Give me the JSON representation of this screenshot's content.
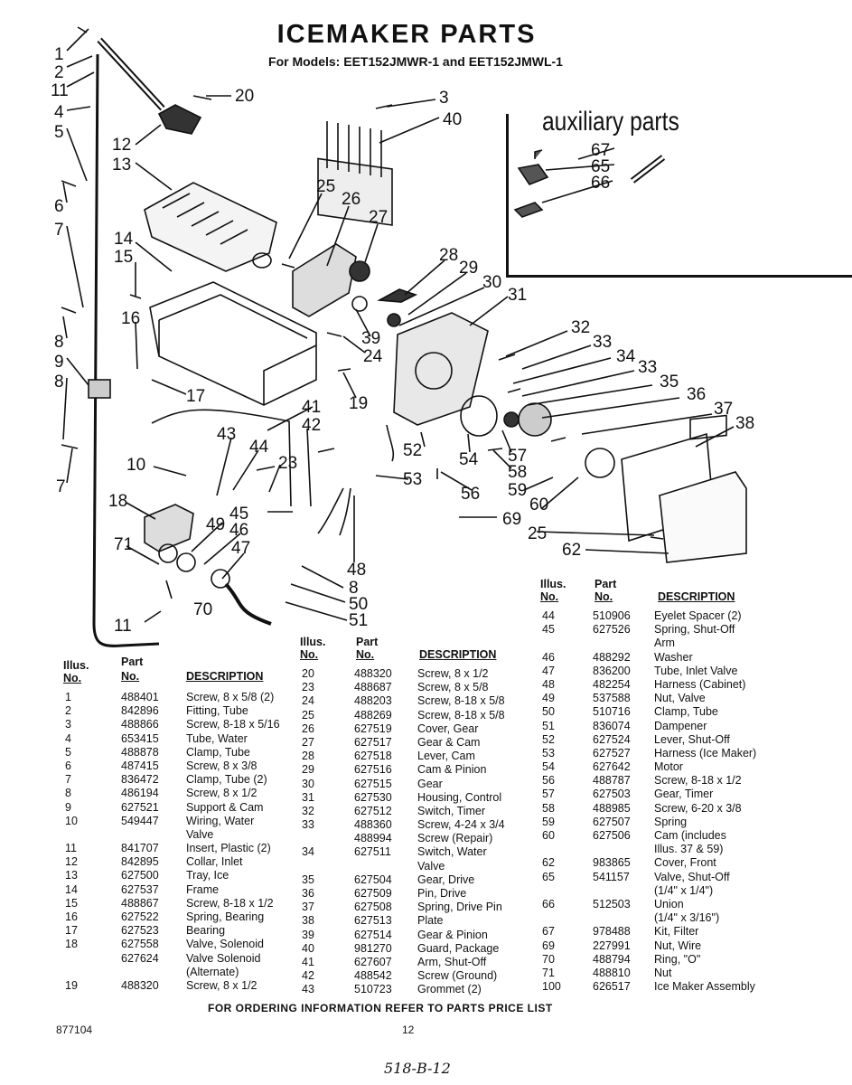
{
  "header": {
    "title": "ICEMAKER PARTS",
    "subtitle": "For Models: EET152JMWR-1 and EET152JMWL-1"
  },
  "auxiliary": {
    "title": "auxiliary parts"
  },
  "diagram": {
    "callouts": [
      "1",
      "2",
      "11",
      "4",
      "5",
      "6",
      "7",
      "8",
      "9",
      "8",
      "7",
      "12",
      "13",
      "14",
      "15",
      "16",
      "17",
      "20",
      "3",
      "40",
      "25",
      "26",
      "27",
      "28",
      "29",
      "30",
      "31",
      "39",
      "24",
      "19",
      "32",
      "33",
      "34",
      "33",
      "35",
      "36",
      "37",
      "38",
      "41",
      "42",
      "43",
      "44",
      "23",
      "10",
      "18",
      "45",
      "49",
      "46",
      "47",
      "71",
      "70",
      "11",
      "48",
      "8",
      "50",
      "51",
      "52",
      "54",
      "57",
      "58",
      "53",
      "56",
      "59",
      "60",
      "69",
      "25",
      "62",
      "67",
      "65",
      "66"
    ]
  },
  "table_headers": {
    "illus_line1": "Illus.",
    "illus_line2": "No.",
    "part_line1": "Part",
    "part_line2": "No.",
    "description": "DESCRIPTION"
  },
  "table1": [
    {
      "no": "1",
      "part": "488401",
      "desc": "Screw, 8 x 5/8 (2)"
    },
    {
      "no": "2",
      "part": "842896",
      "desc": "Fitting, Tube"
    },
    {
      "no": "3",
      "part": "488866",
      "desc": "Screw, 8-18 x 5/16"
    },
    {
      "no": "4",
      "part": "653415",
      "desc": "Tube, Water"
    },
    {
      "no": "5",
      "part": "488878",
      "desc": "Clamp, Tube"
    },
    {
      "no": "6",
      "part": "487415",
      "desc": "Screw, 8 x 3/8"
    },
    {
      "no": "7",
      "part": "836472",
      "desc": "Clamp, Tube (2)"
    },
    {
      "no": "8",
      "part": "486194",
      "desc": "Screw, 8 x 1/2"
    },
    {
      "no": "9",
      "part": "627521",
      "desc": "Support & Cam"
    },
    {
      "no": "10",
      "part": "549447",
      "desc": "Wiring, Water"
    },
    {
      "no": "",
      "part": "",
      "desc": "Valve"
    },
    {
      "no": "11",
      "part": "841707",
      "desc": "Insert, Plastic (2)"
    },
    {
      "no": "12",
      "part": "842895",
      "desc": "Collar, Inlet"
    },
    {
      "no": "13",
      "part": "627500",
      "desc": "Tray, Ice"
    },
    {
      "no": "14",
      "part": "627537",
      "desc": "Frame"
    },
    {
      "no": "15",
      "part": "488867",
      "desc": "Screw, 8-18 x 1/2"
    },
    {
      "no": "16",
      "part": "627522",
      "desc": "Spring, Bearing"
    },
    {
      "no": "17",
      "part": "627523",
      "desc": "Bearing"
    },
    {
      "no": "18",
      "part": "627558",
      "desc": "Valve, Solenoid"
    },
    {
      "no": "",
      "part": "627624",
      "desc": "Valve Solenoid"
    },
    {
      "no": "",
      "part": "",
      "desc": "(Alternate)"
    },
    {
      "no": "19",
      "part": "488320",
      "desc": "Screw, 8 x 1/2"
    }
  ],
  "table2": [
    {
      "no": "20",
      "part": "488320",
      "desc": "Screw, 8 x 1/2"
    },
    {
      "no": "23",
      "part": "488687",
      "desc": "Screw, 8 x 5/8"
    },
    {
      "no": "24",
      "part": "488203",
      "desc": "Screw, 8-18 x 5/8"
    },
    {
      "no": "25",
      "part": "488269",
      "desc": "Screw, 8-18 x 5/8"
    },
    {
      "no": "26",
      "part": "627519",
      "desc": "Cover, Gear"
    },
    {
      "no": "27",
      "part": "627517",
      "desc": "Gear & Cam"
    },
    {
      "no": "28",
      "part": "627518",
      "desc": "Lever, Cam"
    },
    {
      "no": "29",
      "part": "627516",
      "desc": "Cam & Pinion"
    },
    {
      "no": "30",
      "part": "627515",
      "desc": "Gear"
    },
    {
      "no": "31",
      "part": "627530",
      "desc": "Housing, Control"
    },
    {
      "no": "32",
      "part": "627512",
      "desc": "Switch, Timer"
    },
    {
      "no": "33",
      "part": "488360",
      "desc": "Screw, 4-24 x 3/4"
    },
    {
      "no": "",
      "part": "488994",
      "desc": "Screw (Repair)"
    },
    {
      "no": "34",
      "part": "627511",
      "desc": "Switch, Water"
    },
    {
      "no": "",
      "part": "",
      "desc": "Valve"
    },
    {
      "no": "35",
      "part": "627504",
      "desc": "Gear, Drive"
    },
    {
      "no": "36",
      "part": "627509",
      "desc": "Pin, Drive"
    },
    {
      "no": "37",
      "part": "627508",
      "desc": "Spring, Drive Pin"
    },
    {
      "no": "38",
      "part": "627513",
      "desc": "Plate"
    },
    {
      "no": "39",
      "part": "627514",
      "desc": "Gear & Pinion"
    },
    {
      "no": "40",
      "part": "981270",
      "desc": "Guard, Package"
    },
    {
      "no": "41",
      "part": "627607",
      "desc": "Arm, Shut-Off"
    },
    {
      "no": "42",
      "part": "488542",
      "desc": "Screw (Ground)"
    },
    {
      "no": "43",
      "part": "510723",
      "desc": "Grommet (2)"
    }
  ],
  "table3": [
    {
      "no": "44",
      "part": "510906",
      "desc": "Eyelet Spacer (2)"
    },
    {
      "no": "45",
      "part": "627526",
      "desc": "Spring, Shut-Off"
    },
    {
      "no": "",
      "part": "",
      "desc": "Arm"
    },
    {
      "no": "46",
      "part": "488292",
      "desc": "Washer"
    },
    {
      "no": "47",
      "part": "836200",
      "desc": "Tube, Inlet Valve"
    },
    {
      "no": "48",
      "part": "482254",
      "desc": "Harness (Cabinet)"
    },
    {
      "no": "49",
      "part": "537588",
      "desc": "Nut, Valve"
    },
    {
      "no": "50",
      "part": "510716",
      "desc": "Clamp, Tube"
    },
    {
      "no": "51",
      "part": "836074",
      "desc": "Dampener"
    },
    {
      "no": "52",
      "part": "627524",
      "desc": "Lever, Shut-Off"
    },
    {
      "no": "53",
      "part": "627527",
      "desc": "Harness (Ice Maker)"
    },
    {
      "no": "54",
      "part": "627642",
      "desc": "Motor"
    },
    {
      "no": "56",
      "part": "488787",
      "desc": "Screw, 8-18 x 1/2"
    },
    {
      "no": "57",
      "part": "627503",
      "desc": "Gear, Timer"
    },
    {
      "no": "58",
      "part": "488985",
      "desc": "Screw, 6-20 x 3/8"
    },
    {
      "no": "59",
      "part": "627507",
      "desc": "Spring"
    },
    {
      "no": "60",
      "part": "627506",
      "desc": "Cam (includes"
    },
    {
      "no": "",
      "part": "",
      "desc": "Illus. 37 & 59)"
    },
    {
      "no": "62",
      "part": "983865",
      "desc": "Cover, Front"
    },
    {
      "no": "65",
      "part": "541157",
      "desc": "Valve, Shut-Off"
    },
    {
      "no": "",
      "part": "",
      "desc": "(1/4\" x 1/4\")"
    },
    {
      "no": "66",
      "part": "512503",
      "desc": "Union"
    },
    {
      "no": "",
      "part": "",
      "desc": "(1/4\" x 3/16\")"
    },
    {
      "no": "67",
      "part": "978488",
      "desc": "Kit, Filter"
    },
    {
      "no": "69",
      "part": "227991",
      "desc": "Nut, Wire"
    },
    {
      "no": "70",
      "part": "488794",
      "desc": "Ring, \"O\""
    },
    {
      "no": "71",
      "part": "488810",
      "desc": "Nut"
    },
    {
      "no": "100",
      "part": "626517",
      "desc": "Ice Maker Assembly"
    }
  ],
  "footer": {
    "ordering": "FOR ORDERING INFORMATION REFER TO PARTS PRICE LIST",
    "doc_number": "877104",
    "page_number": "12",
    "handwritten": "518-B-12"
  }
}
